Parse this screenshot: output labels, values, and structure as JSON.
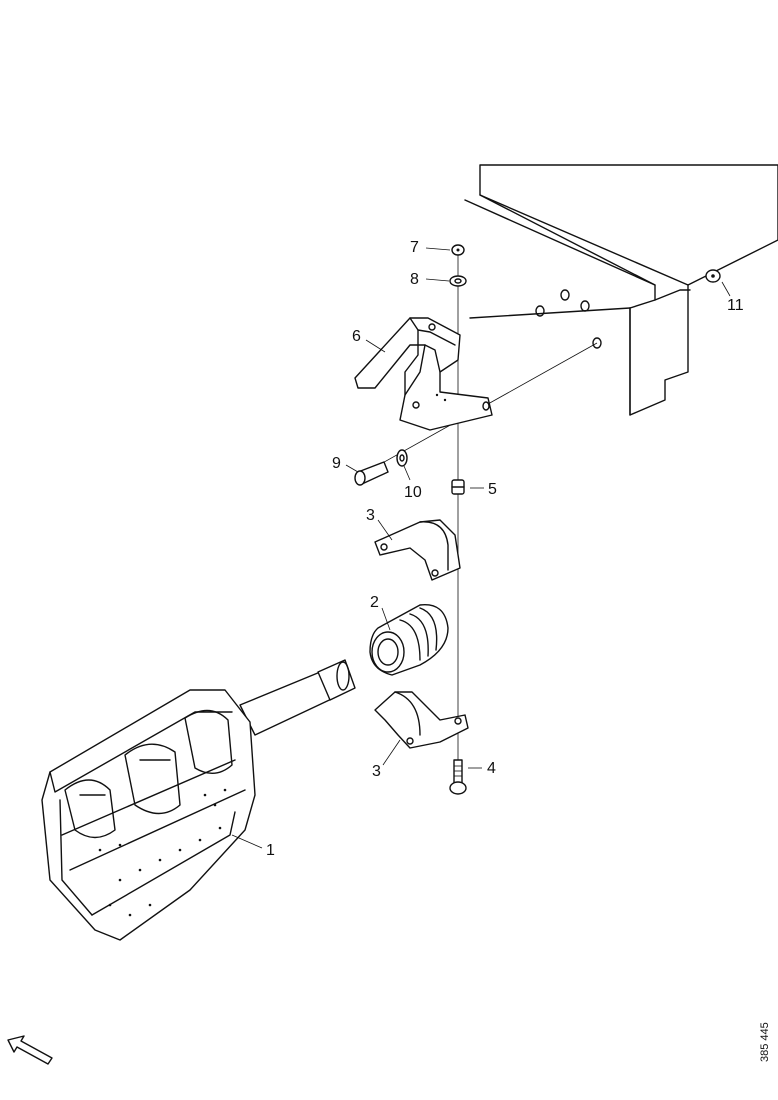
{
  "diagram": {
    "callouts": {
      "c1": "1",
      "c2": "2",
      "c3a": "3",
      "c3b": "3",
      "c4": "4",
      "c5": "5",
      "c6": "6",
      "c7": "7",
      "c8": "8",
      "c9": "9",
      "c10": "10",
      "c11": "11"
    },
    "reference_number": "385 445"
  }
}
